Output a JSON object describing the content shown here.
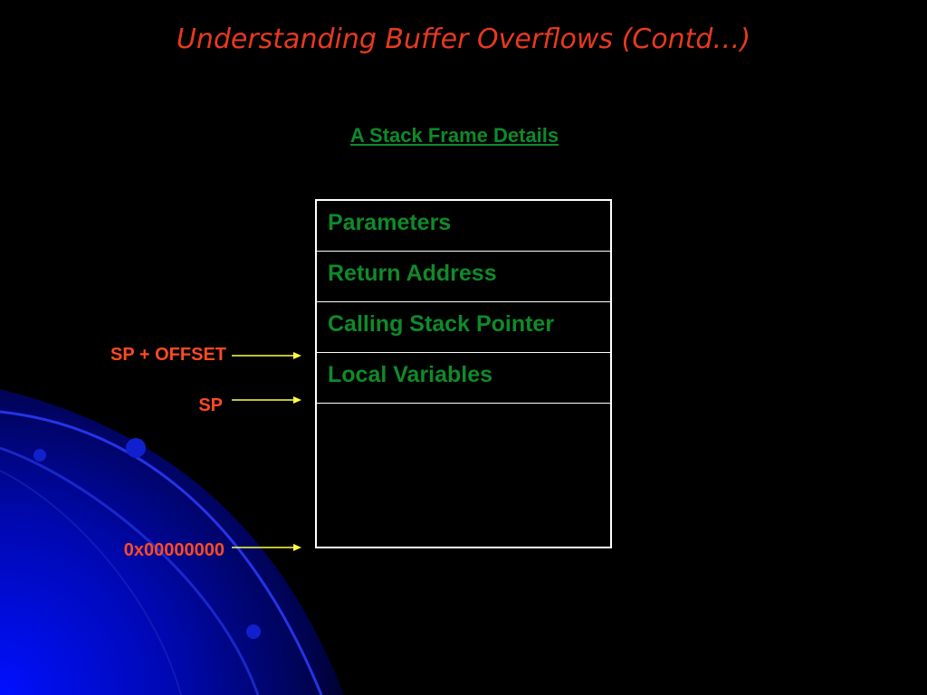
{
  "colors": {
    "background": "#000000",
    "title": "#e8391f",
    "heading": "#0f8a2a",
    "cell_text": "#0f8a2a",
    "pointer_label": "#ff4a22",
    "arrow": "#ffff44",
    "accent_blue": "#0010ff"
  },
  "slide": {
    "title": "Understanding Buffer Overflows (Contd…)",
    "subtitle": "A Stack Frame Details"
  },
  "stack_frame": {
    "rows": [
      {
        "label": "Parameters"
      },
      {
        "label": "Return Address"
      },
      {
        "label": "Calling Stack Pointer"
      },
      {
        "label": "Local Variables"
      },
      {
        "label": ""
      }
    ]
  },
  "pointers": [
    {
      "label": "SP + OFFSET"
    },
    {
      "label": "SP"
    },
    {
      "label": "0x00000000"
    }
  ]
}
